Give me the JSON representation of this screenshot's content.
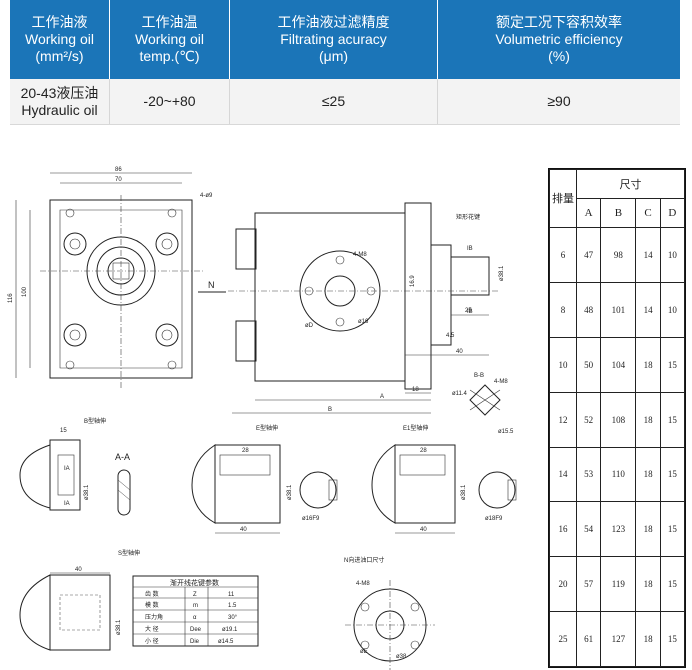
{
  "spec_table": {
    "headers": [
      {
        "cn": "工作油液",
        "en": "Working oil",
        "unit": "(mm²/s)"
      },
      {
        "cn": "工作油温",
        "en": "Working oil",
        "unit": "temp.(℃)"
      },
      {
        "cn": "工作油液过滤精度",
        "en": "Filtrating acuracy",
        "unit": "(μm)"
      },
      {
        "cn": "额定工况下容积效率",
        "en": "Volumetric efficiency",
        "unit": "(%)"
      }
    ],
    "row": [
      {
        "line1": "20-43液压油",
        "line2": "Hydraulic oil"
      },
      {
        "line1": "-20~+80",
        "line2": ""
      },
      {
        "line1": "≤25",
        "line2": ""
      },
      {
        "line1": "≥90",
        "line2": ""
      }
    ]
  },
  "dim_table": {
    "header_col": "排量",
    "header_group": "尺寸",
    "columns": [
      "A",
      "B",
      "C",
      "D"
    ],
    "rows": [
      {
        "disp": "6",
        "A": "47",
        "B": "98",
        "C": "14",
        "D": "10"
      },
      {
        "disp": "8",
        "A": "48",
        "B": "101",
        "C": "14",
        "D": "10"
      },
      {
        "disp": "10",
        "A": "50",
        "B": "104",
        "C": "18",
        "D": "15"
      },
      {
        "disp": "12",
        "A": "52",
        "B": "108",
        "C": "18",
        "D": "15"
      },
      {
        "disp": "14",
        "A": "53",
        "B": "110",
        "C": "18",
        "D": "15"
      },
      {
        "disp": "16",
        "A": "54",
        "B": "123",
        "C": "18",
        "D": "15"
      },
      {
        "disp": "20",
        "A": "57",
        "B": "119",
        "B2": "",
        "C": "18",
        "D": "15"
      },
      {
        "disp": "25",
        "A": "61",
        "B": "127",
        "C": "18",
        "D": "15"
      }
    ]
  },
  "drawing": {
    "front_view": {
      "dim_86": "86",
      "dim_70": "70",
      "dim_116": "116",
      "dim_100": "100",
      "hole": "4-ø9",
      "n_label": "N"
    },
    "side_view": {
      "spline_title": "矩形花键",
      "ib": "IB",
      "dim_25": "25",
      "dim_45": "4.5",
      "dim_40": "40",
      "dim_18": "18",
      "dim_a": "A",
      "dim_b": "B",
      "m8": "4-M8",
      "d16": "ø16",
      "dd": "øD",
      "d38": "ø38.1",
      "dim_169": "16.9"
    },
    "bb_section": {
      "title": "B-B",
      "m8": "4-M8",
      "d114": "ø11.4",
      "d15": "ø15.5"
    },
    "b_shaft": {
      "title": "B型轴伸",
      "aa": "A-A",
      "ia1": "IA",
      "ia2": "IA",
      "d15": "15",
      "d38": "ø38.1"
    },
    "e_shaft": {
      "title": "E型轴伸",
      "dim_28": "28",
      "dim_40": "40",
      "d38": "ø38.1",
      "f9": "ø16F9"
    },
    "e1_shaft": {
      "title": "E1型轴伸",
      "dim_28": "28",
      "dim_40": "40",
      "d38": "ø38.1",
      "f9": "ø18F9"
    },
    "s_shaft": {
      "title": "S型轴伸",
      "dim_40": "40",
      "d38": "ø38.1"
    },
    "spline_table": {
      "title": "渐开线花键参数",
      "rows": [
        {
          "name": "齿  数",
          "sym": "Z",
          "val": "11"
        },
        {
          "name": "模  数",
          "sym": "m",
          "val": "1.5"
        },
        {
          "name": "压力角",
          "sym": "α",
          "val": "30°"
        },
        {
          "name": "大  径",
          "sym": "Dee",
          "val": "ø19.1"
        },
        {
          "name": "小  径",
          "sym": "Die",
          "val": "ø14.5"
        }
      ]
    },
    "port_title": "N向进油口尺寸",
    "port_m8": "4-M8",
    "port_ce": "øE",
    "port_d38": "ø38"
  }
}
